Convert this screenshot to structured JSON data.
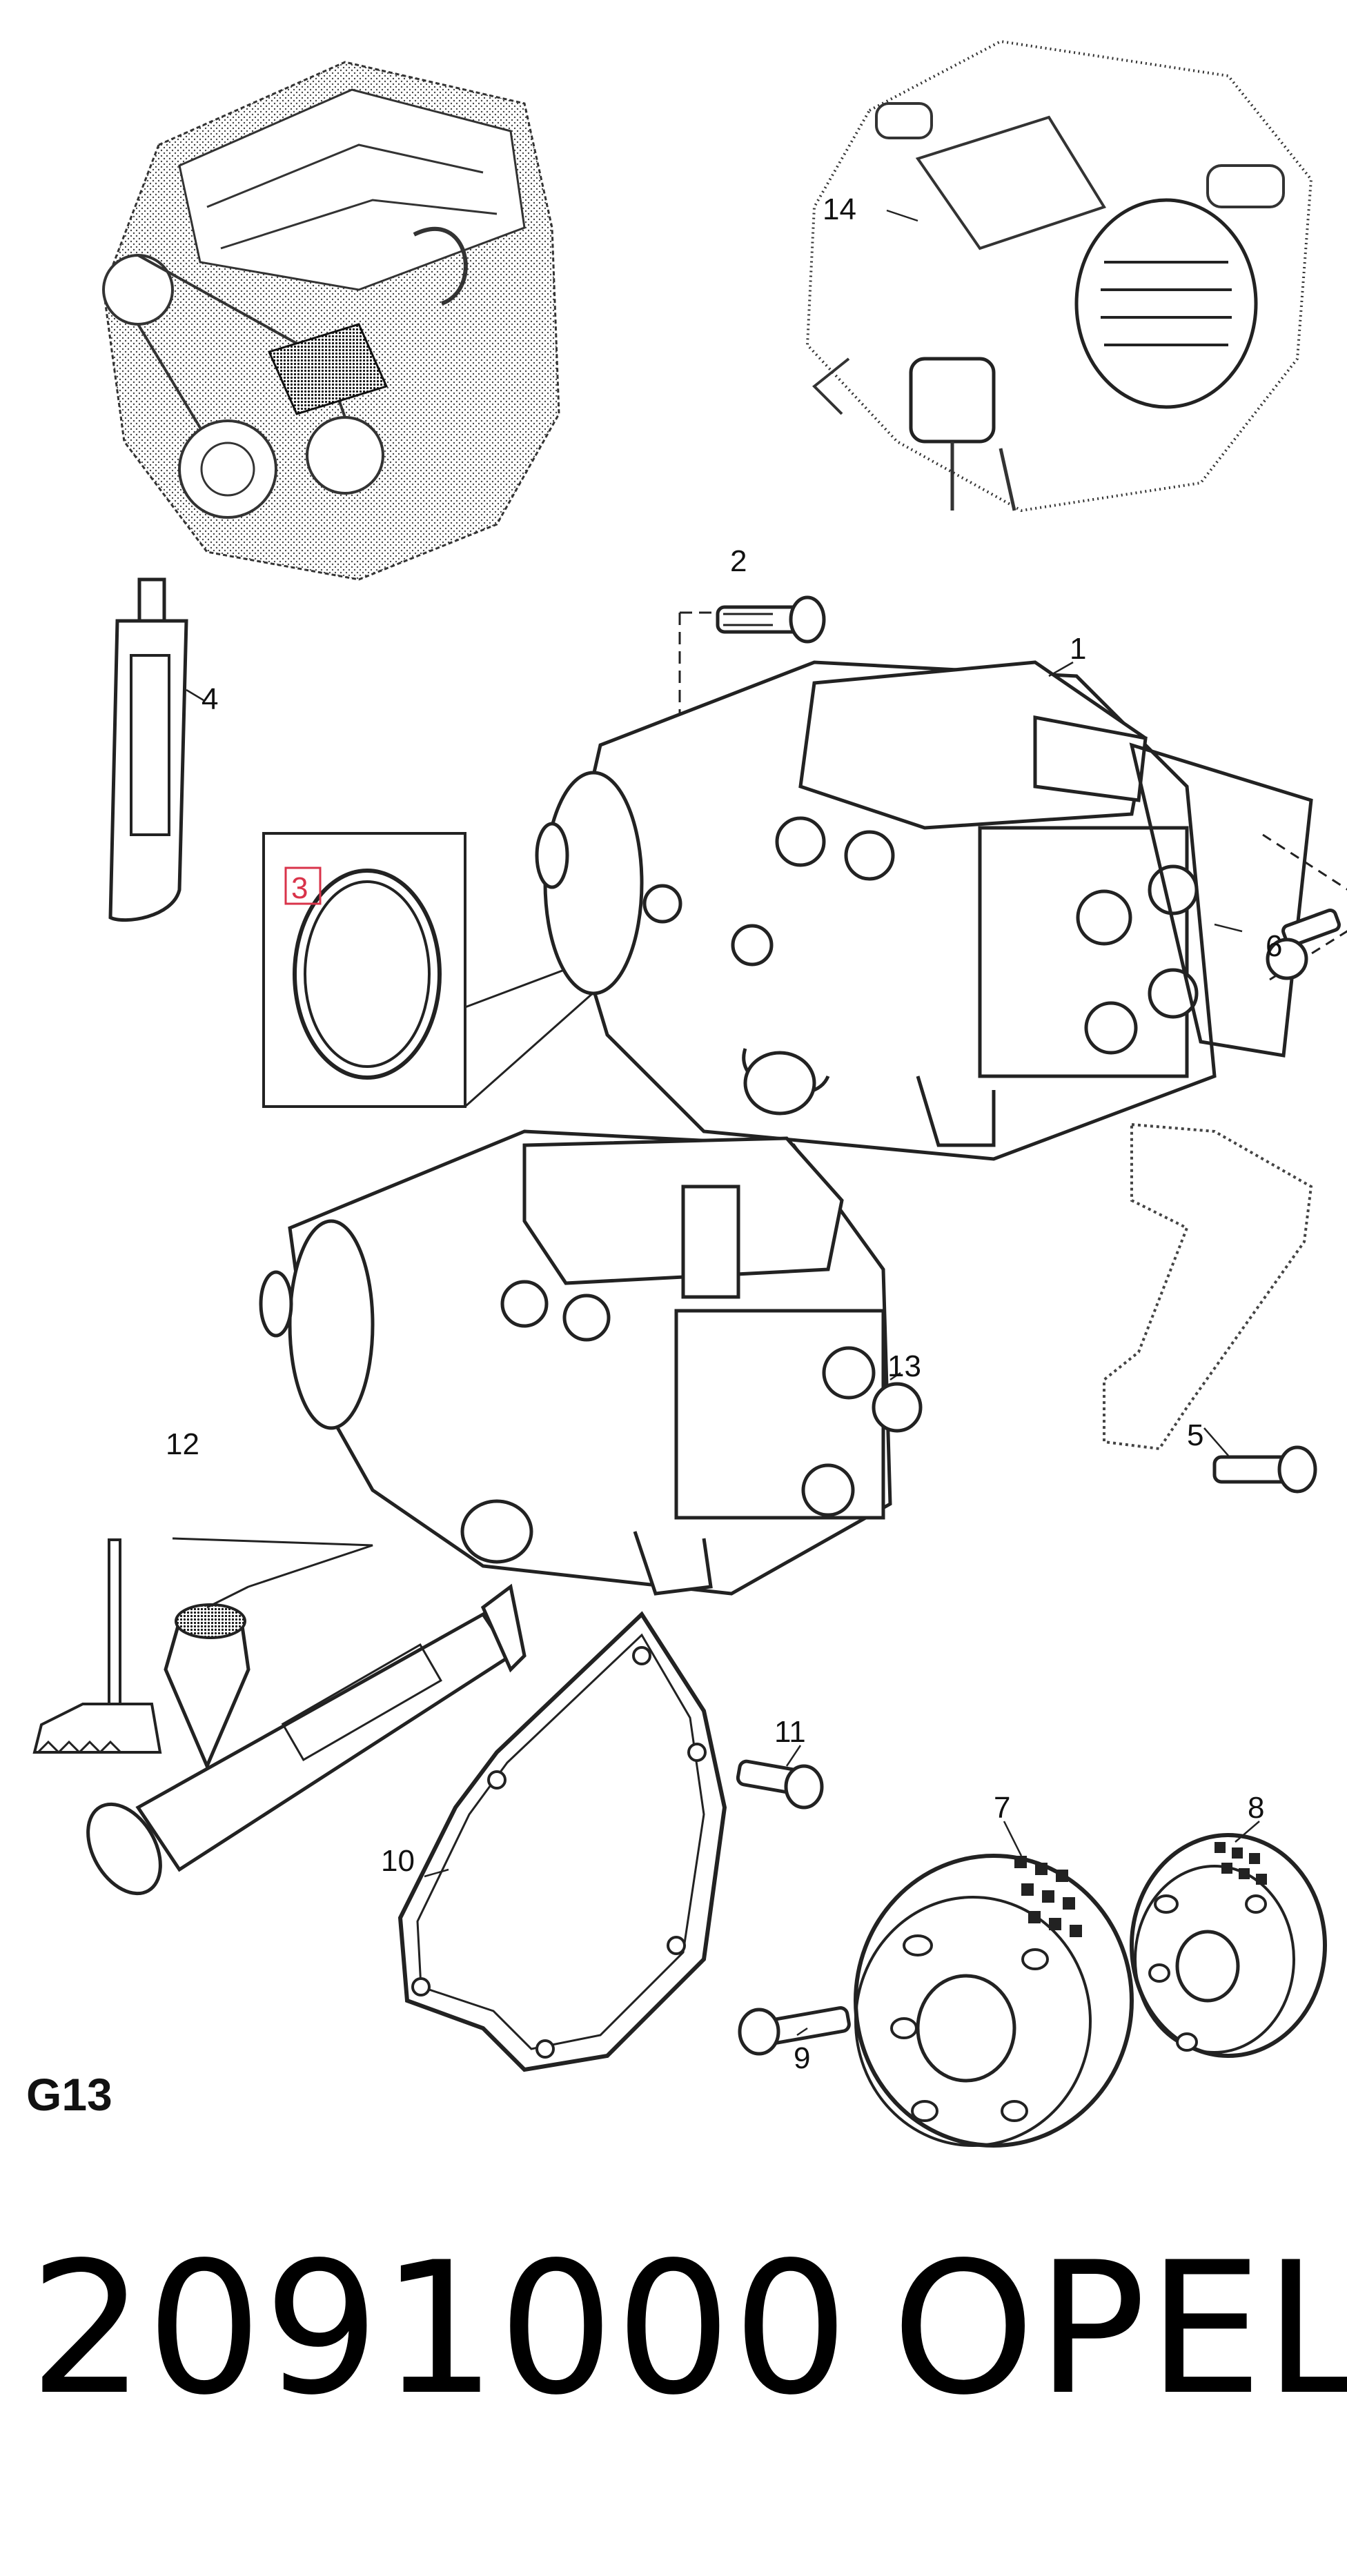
{
  "diagram": {
    "section_code": "G13",
    "part_number": "2091000",
    "brand": "OPEL",
    "highlight_color": "#d9334a",
    "callouts": [
      {
        "id": "callout-1",
        "label": "1"
      },
      {
        "id": "callout-2",
        "label": "2"
      },
      {
        "id": "callout-3",
        "label": "3",
        "highlighted": true
      },
      {
        "id": "callout-4",
        "label": "4"
      },
      {
        "id": "callout-5",
        "label": "5"
      },
      {
        "id": "callout-6",
        "label": "6"
      },
      {
        "id": "callout-7",
        "label": "7"
      },
      {
        "id": "callout-8",
        "label": "8"
      },
      {
        "id": "callout-9",
        "label": "9"
      },
      {
        "id": "callout-10",
        "label": "10"
      },
      {
        "id": "callout-11",
        "label": "11"
      },
      {
        "id": "callout-12",
        "label": "12"
      },
      {
        "id": "callout-13",
        "label": "13"
      },
      {
        "id": "callout-14",
        "label": "14"
      }
    ]
  }
}
